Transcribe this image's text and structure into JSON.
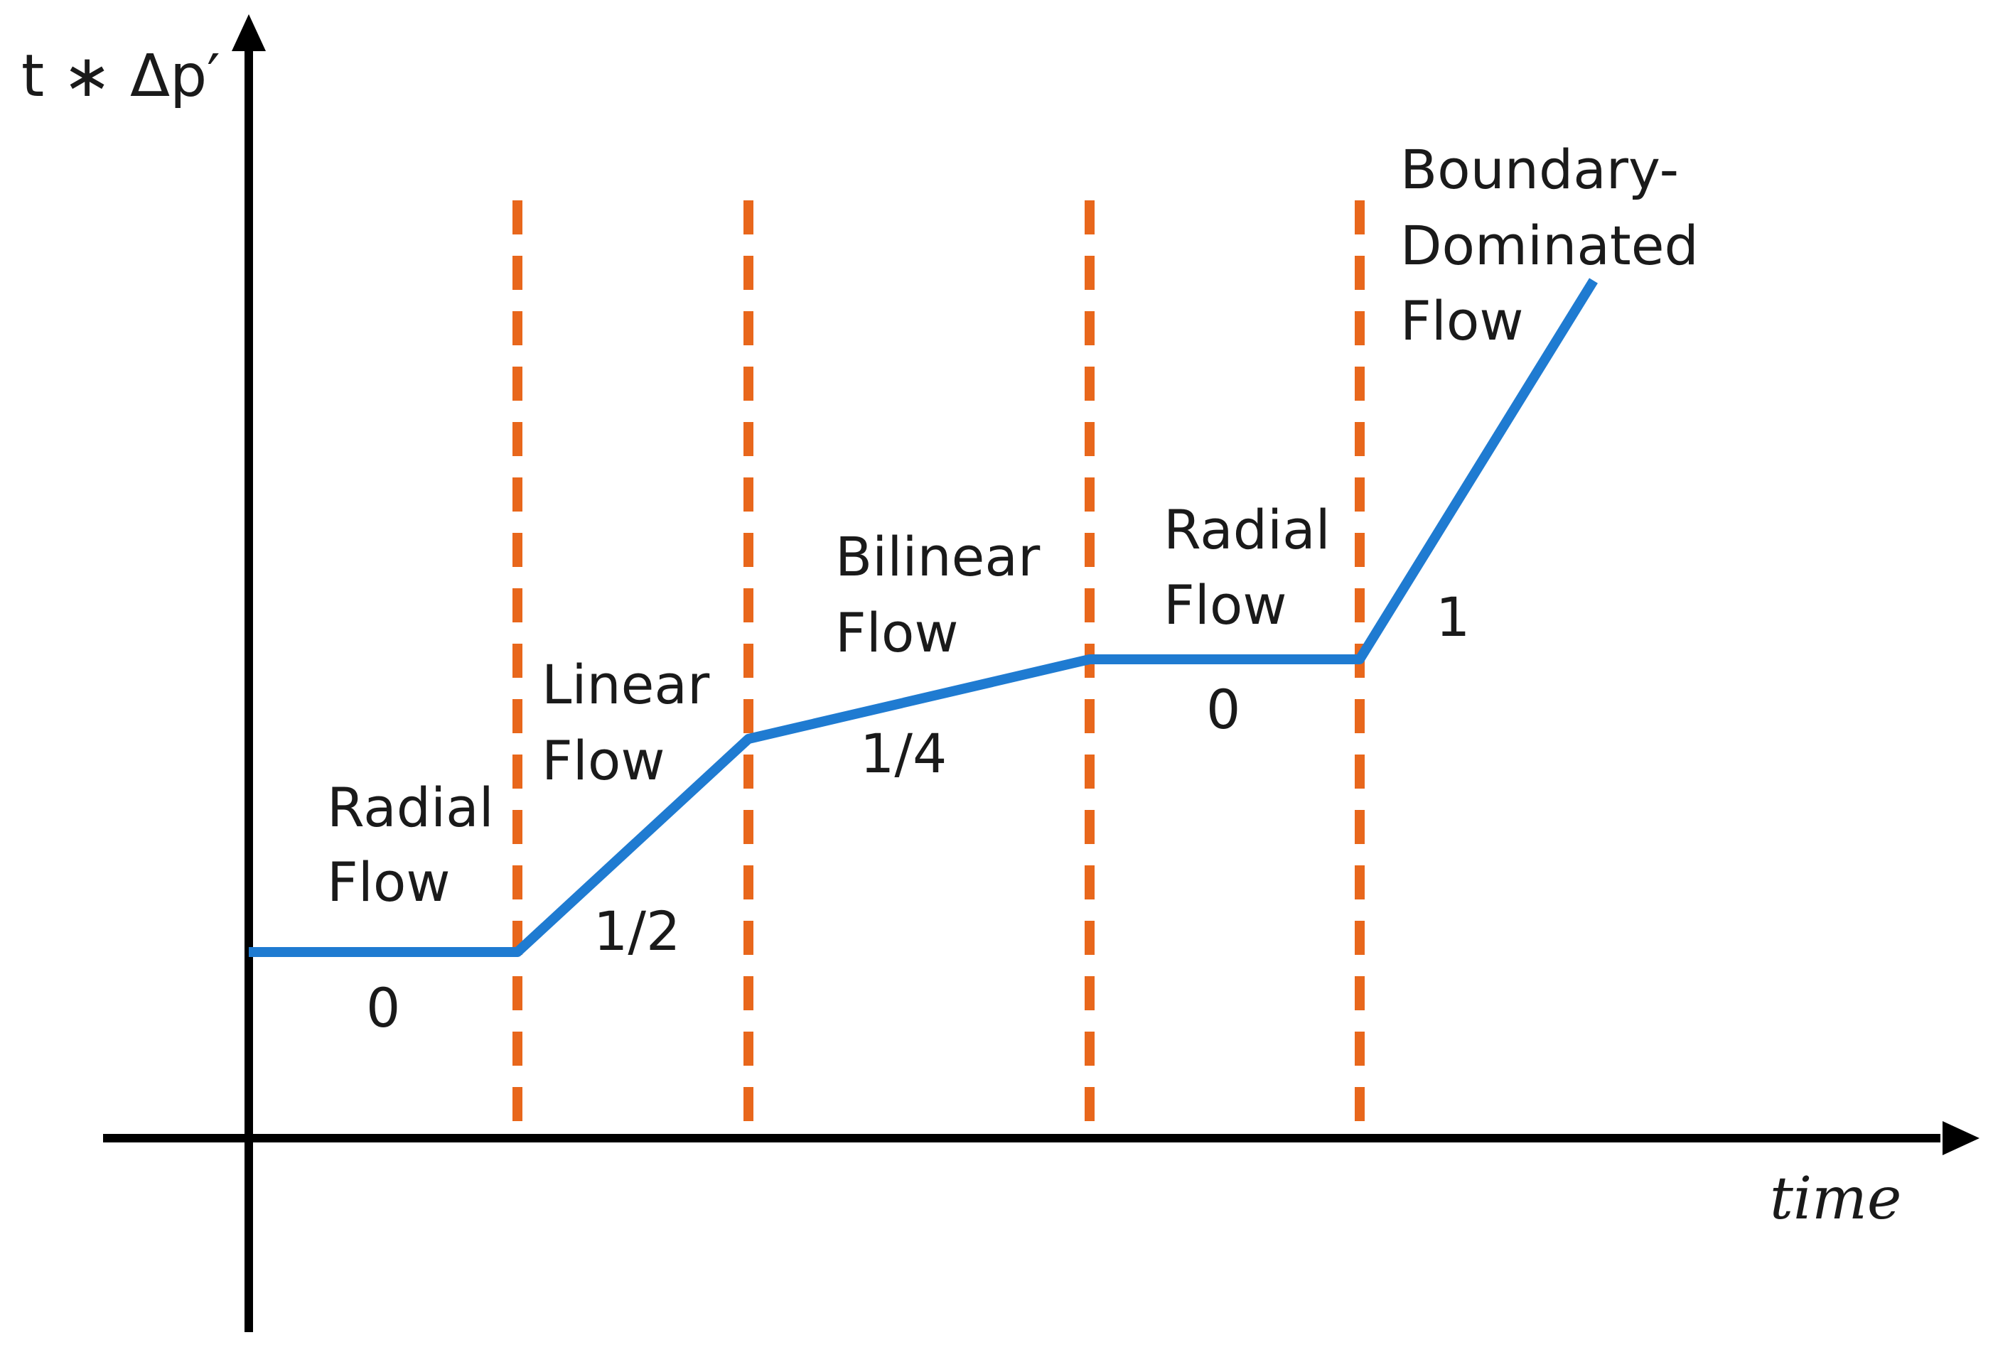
{
  "axes": {
    "y_label": "t ∗ Δp′",
    "x_label": "time"
  },
  "regimes": [
    {
      "lines": [
        "Radial",
        "Flow"
      ],
      "slope": "0"
    },
    {
      "lines": [
        "Linear",
        "Flow"
      ],
      "slope": "1/2"
    },
    {
      "lines": [
        "Bilinear",
        "Flow"
      ],
      "slope": "1/4"
    },
    {
      "lines": [
        "Radial",
        "Flow"
      ],
      "slope": "0"
    },
    {
      "lines": [
        "Boundary-",
        "Dominated",
        "Flow"
      ],
      "slope": "1"
    }
  ],
  "colors": {
    "axis": "#000000",
    "curve": "#1f7bd1",
    "divider": "#e8671c",
    "text": "#1a1a1a"
  }
}
